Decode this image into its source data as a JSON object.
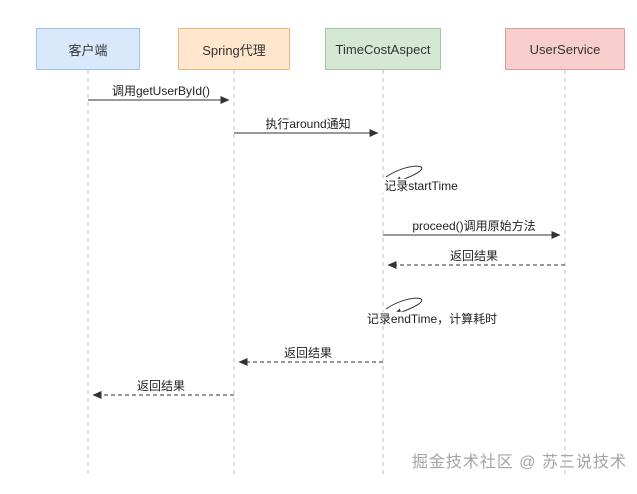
{
  "diagram": {
    "type": "sequence-diagram",
    "participants": [
      {
        "label": "客户端",
        "fill": "#DAE8FC",
        "border": "#9CC3E8"
      },
      {
        "label": "Spring代理",
        "fill": "#FFE6CC",
        "border": "#EBB678"
      },
      {
        "label": "TimeCostAspect",
        "fill": "#D5E8D4",
        "border": "#9CC89A"
      },
      {
        "label": "UserService",
        "fill": "#F8CECC",
        "border": "#DE9D9A"
      }
    ],
    "messages": [
      {
        "text": "调用getUserById()",
        "from": "客户端",
        "to": "Spring代理",
        "style": "solid"
      },
      {
        "text": "执行around通知",
        "from": "Spring代理",
        "to": "TimeCostAspect",
        "style": "solid"
      },
      {
        "text": "记录startTime",
        "from": "TimeCostAspect",
        "to": "TimeCostAspect",
        "style": "self"
      },
      {
        "text": "proceed()调用原始方法",
        "from": "TimeCostAspect",
        "to": "UserService",
        "style": "solid"
      },
      {
        "text": "返回结果",
        "from": "UserService",
        "to": "TimeCostAspect",
        "style": "dashed"
      },
      {
        "text": "记录endTime，计算耗时",
        "from": "TimeCostAspect",
        "to": "TimeCostAspect",
        "style": "self"
      },
      {
        "text": "返回结果",
        "from": "TimeCostAspect",
        "to": "Spring代理",
        "style": "dashed"
      },
      {
        "text": "返回结果",
        "from": "Spring代理",
        "to": "客户端",
        "style": "dashed"
      }
    ],
    "line_color": "#333333",
    "lifeline_color": "#bcbcbc",
    "watermark": "掘金技术社区 @ 苏三说技术"
  }
}
